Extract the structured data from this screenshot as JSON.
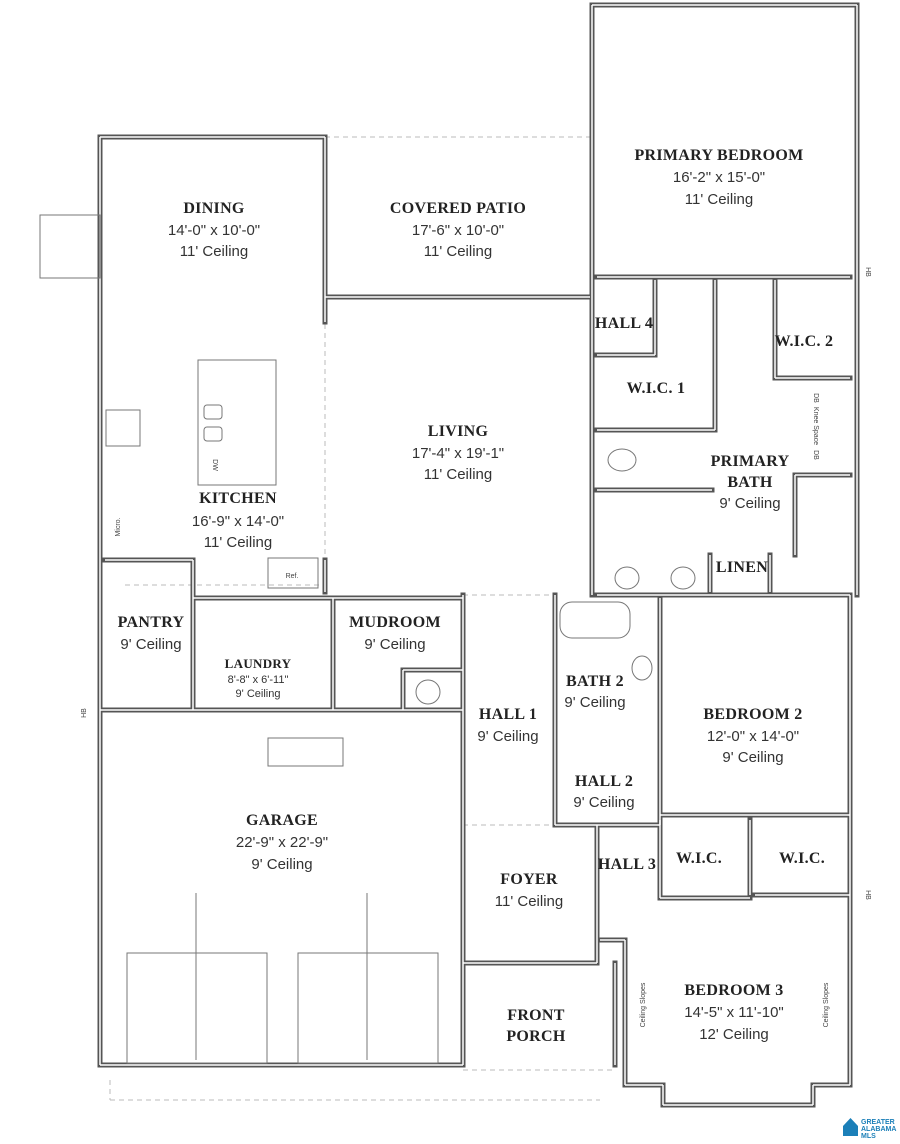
{
  "plan": {
    "wall_color": "#555555",
    "rooms": {
      "primary_bedroom": {
        "name": "PRIMARY BEDROOM",
        "dims": "16'-2\" x 15'-0\"",
        "ceiling": "11' Ceiling"
      },
      "dining": {
        "name": "DINING",
        "dims": "14'-0\" x 10'-0\"",
        "ceiling": "11' Ceiling"
      },
      "covered_patio": {
        "name": "COVERED PATIO",
        "dims": "17'-6\" x 10'-0\"",
        "ceiling": "11' Ceiling"
      },
      "hall4": {
        "name": "HALL 4"
      },
      "wic2": {
        "name": "W.I.C. 2"
      },
      "wic1": {
        "name": "W.I.C. 1"
      },
      "living": {
        "name": "LIVING",
        "dims": "17'-4\" x 19'-1\"",
        "ceiling": "11' Ceiling"
      },
      "primary_bath": {
        "name_line1": "PRIMARY",
        "name_line2": "BATH",
        "ceiling": "9' Ceiling"
      },
      "kitchen": {
        "name": "KITCHEN",
        "dims": "16'-9\" x 14'-0\"",
        "ceiling": "11' Ceiling"
      },
      "linen": {
        "name": "LINEN"
      },
      "pantry": {
        "name": "PANTRY",
        "ceiling": "9' Ceiling"
      },
      "mudroom": {
        "name": "MUDROOM",
        "ceiling": "9' Ceiling"
      },
      "laundry": {
        "name": "LAUNDRY",
        "dims": "8'-8\" x 6'-11\"",
        "ceiling": "9' Ceiling"
      },
      "bath2": {
        "name": "BATH 2",
        "ceiling": "9' Ceiling"
      },
      "hall1": {
        "name": "HALL 1",
        "ceiling": "9' Ceiling"
      },
      "bedroom2": {
        "name": "BEDROOM 2",
        "dims": "12'-0\" x 14'-0\"",
        "ceiling": "9' Ceiling"
      },
      "hall2": {
        "name": "HALL 2",
        "ceiling": "9' Ceiling"
      },
      "garage": {
        "name": "GARAGE",
        "dims": "22'-9\" x 22'-9\"",
        "ceiling": "9' Ceiling"
      },
      "hall3": {
        "name": "HALL 3"
      },
      "wic_a": {
        "name": "W.I.C."
      },
      "wic_b": {
        "name": "W.I.C."
      },
      "foyer": {
        "name": "FOYER",
        "ceiling": "11' Ceiling"
      },
      "bedroom3": {
        "name": "BEDROOM 3",
        "dims": "14'-5\" x 11'-10\"",
        "ceiling": "12' Ceiling"
      },
      "front_porch": {
        "name_line1": "FRONT",
        "name_line2": "PORCH"
      }
    },
    "fixtures": {
      "dw": "DW",
      "micro": "Micro.",
      "ref": "Ref.",
      "db": "DB",
      "knee_space": "Knee Space",
      "hb": "HB",
      "ceiling_slopes": "Ceiling Slopes"
    }
  },
  "watermark": {
    "text_line1": "GREATER",
    "text_line2": "ALABAMA",
    "text_line3": "MLS",
    "color": "#1b7fb8"
  }
}
